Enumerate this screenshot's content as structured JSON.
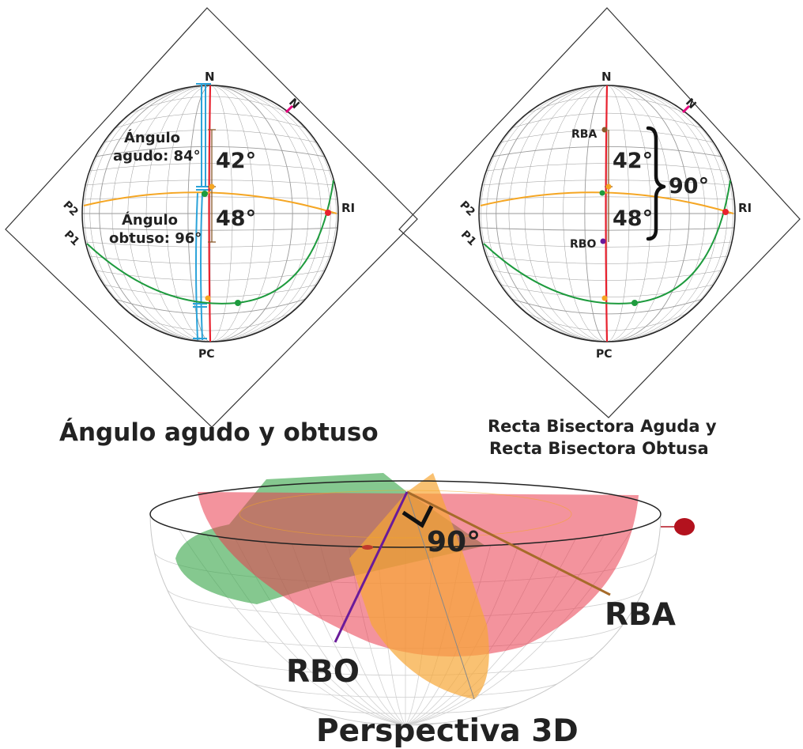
{
  "panel_left": {
    "north_label": "N",
    "compass_label": "N",
    "bottom_label": "PC",
    "plane1_label": "P1",
    "plane2_label": "P2",
    "intersection_label": "RI",
    "acute_label_line1": "Ángulo",
    "acute_label_line2": "agudo: 84°",
    "obtuse_label_line1": "Ángulo",
    "obtuse_label_line2": "obtuso: 96°",
    "upper_angle": "42°",
    "lower_angle": "48°",
    "caption": "Ángulo agudo y obtuso"
  },
  "panel_right": {
    "north_label": "N",
    "compass_label": "N",
    "bottom_label": "PC",
    "plane1_label": "P1",
    "plane2_label": "P2",
    "intersection_label": "RI",
    "rba_label": "RBA",
    "rbo_label": "RBO",
    "upper_angle": "42°",
    "lower_angle": "48°",
    "sum_angle": "90°",
    "caption_line1": "Recta Bisectora Aguda y",
    "caption_line2": "Recta Bisectora Obtusa"
  },
  "panel_3d": {
    "right_angle": "90°",
    "rba_label": "RBA",
    "rbo_label": "RBO",
    "caption": "Perspectiva 3D"
  },
  "colors": {
    "plane_red": "#e8212e",
    "plane_green": "#1e9b3e",
    "plane_orange": "#f5a623",
    "acute_blue": "#2ba3d9",
    "rba_brown": "#8b5a2b",
    "rbo_purple": "#6a1b9a",
    "compass_magenta": "#e6007e"
  }
}
